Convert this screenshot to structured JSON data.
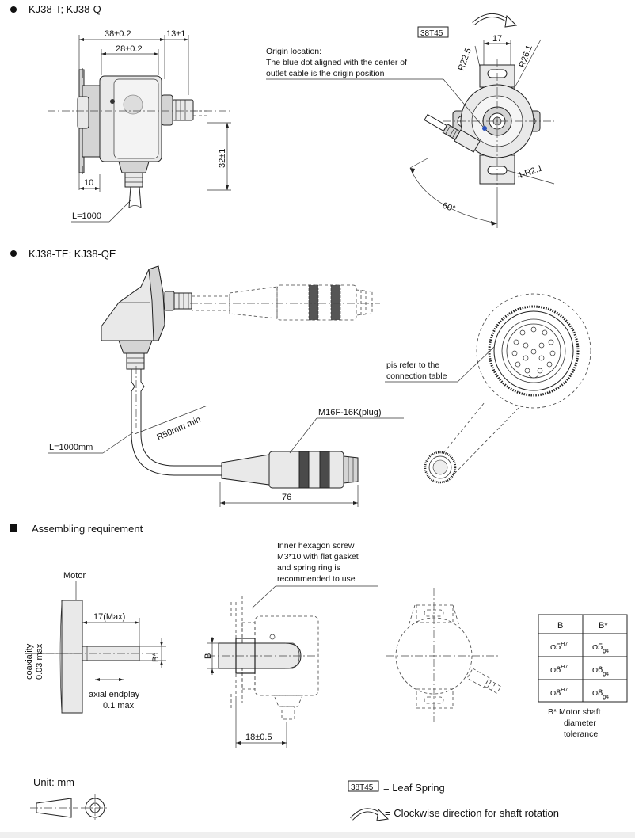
{
  "sections": {
    "kj38_t_q": "KJ38-T; KJ38-Q",
    "kj38_te_qe": "KJ38-TE; KJ38-QE",
    "assembling": "Assembling requirement"
  },
  "top_view": {
    "dim_38": "38±0.2",
    "dim_13": "13±1",
    "dim_28": "28±0.2",
    "dim_32": "32±1",
    "dim_10": "10",
    "cable_length": "L=1000"
  },
  "origin_view": {
    "leaf_spring_tag": "38T45",
    "dim_17": "17",
    "dim_r22": "R22.5",
    "dim_r26": "R26.1",
    "dim_r2": "4-R2.1",
    "angle": "60°",
    "note_title": "Origin location:",
    "note_line1": "The blue dot aligned with the center of",
    "note_line2": "outlet cable is the origin position",
    "origin_dot_color": "#2a52be"
  },
  "te_view": {
    "bend_radius": "R50mm min",
    "plug": "M16F-16K(plug)",
    "cable_length": "L=1000mm",
    "dim_76": "76",
    "pin_note_line1": "pis refer to the",
    "pin_note_line2": "connection table"
  },
  "assembly": {
    "motor_label": "Motor",
    "dim_17max": "17(Max)",
    "coaxiality_line1": "coaxiality",
    "coaxiality_line2": "0.03 max",
    "endplay_line1": "axial endplay",
    "endplay_line2": "0.1 max",
    "bstar": "B*",
    "b": "B",
    "screw_line1": "Inner hexagon screw",
    "screw_line2": "M3*10 with flat gasket",
    "screw_line3": "and spring ring is",
    "screw_line4": "recommended to use",
    "dim_18": "18±0.5"
  },
  "tolerance_table": {
    "headers": [
      "B",
      "B*"
    ],
    "rows": [
      {
        "b": "φ5",
        "b_sup": "H7",
        "bs": "φ5",
        "bs_sub": "g4"
      },
      {
        "b": "φ6",
        "b_sup": "H7",
        "bs": "φ6",
        "bs_sub": "g4"
      },
      {
        "b": "φ8",
        "b_sup": "H7",
        "bs": "φ8",
        "bs_sub": "g4"
      }
    ],
    "note_line1": "B*  Motor shaft",
    "note_line2": "diameter",
    "note_line3": "tolerance"
  },
  "legend": {
    "unit": "Unit: mm",
    "leaf_tag": "38T45",
    "leaf_text": "= Leaf Spring",
    "cw_text": "= Clockwise direction for shaft rotation"
  }
}
